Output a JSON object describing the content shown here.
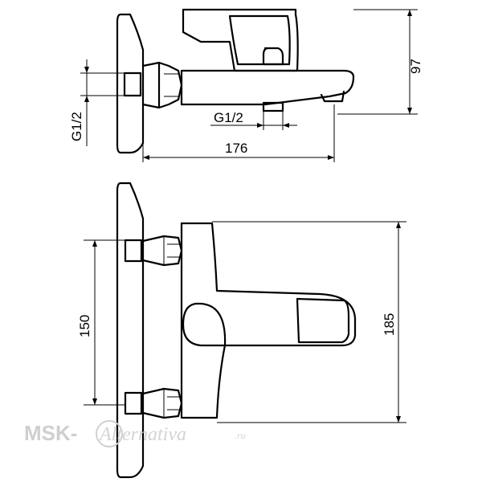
{
  "dimensions": {
    "height_top": "97",
    "thread_left": "G1/2",
    "thread_outlet": "G1/2",
    "length": "176",
    "center_distance": "150",
    "height_front": "185"
  },
  "watermark": {
    "brand": "MSK-",
    "script": "Alternativa",
    "domain": ".ru"
  }
}
